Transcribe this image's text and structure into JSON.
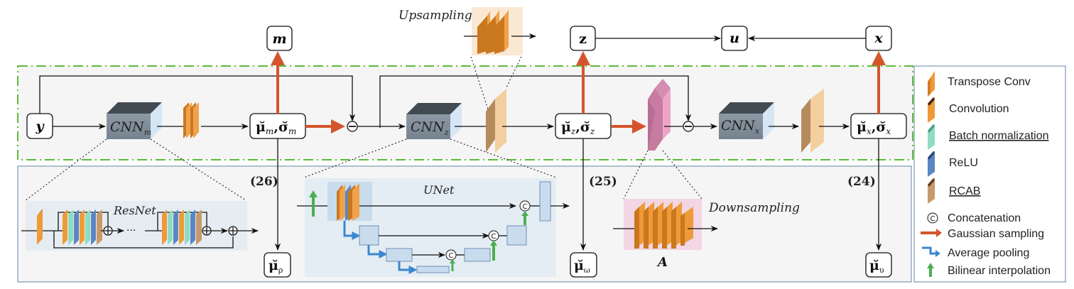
{
  "figure": {
    "top_nodes": {
      "m": "m",
      "z": "z",
      "u": "u",
      "x": "x"
    },
    "input_node": "y",
    "cnn_blocks": {
      "m": {
        "base": "CNN",
        "sub": "m"
      },
      "z": {
        "base": "CNN",
        "sub": "z"
      },
      "x": {
        "base": "CNN",
        "sub": "x"
      }
    },
    "param_nodes": {
      "m": {
        "mu": "μ̆",
        "sigma": "σ̆",
        "sub": "m"
      },
      "z": {
        "mu": "μ̆",
        "sigma": "σ̆",
        "sub": "z"
      },
      "x": {
        "mu": "μ̆",
        "sigma": "σ̆",
        "sub": "x"
      }
    },
    "output_nodes": {
      "rho": {
        "mu": "μ̆",
        "sub": "ρ"
      },
      "omega": {
        "mu": "μ̆",
        "sub": "ω"
      },
      "upsilon": {
        "mu": "μ̆",
        "sub": "υ"
      }
    },
    "minus_symbol": "⊖",
    "plus_symbol": "⊕",
    "concat_symbol": "Ⓒ",
    "equation_refs": [
      "(26)",
      "(25)",
      "(24)"
    ],
    "labels": {
      "upsampling": "Upsampling",
      "downsampling": "Downsampling",
      "resnet": "ResNet",
      "unet": "UNet",
      "matrix_a": "A",
      "ellipsis": "···"
    },
    "colors": {
      "gaussian_arrow": "#d4552b",
      "pool_arrow": "#3a86d1",
      "interp_arrow": "#4caf50",
      "dashed_frame": "#5dbb3a",
      "lower_frame": "#7f96b8",
      "conv_orange": "#ef9a37",
      "rcab_tan": "#c89a6a",
      "bn_green": "#8fdcc0",
      "relu_blue": "#5b86c4",
      "pink_block": "#e08fb8",
      "cnn_gray": "#7f8d9a"
    }
  },
  "legend": {
    "items": [
      {
        "icon": "transpose-conv-icon",
        "label": "Transpose Conv",
        "underline": false
      },
      {
        "icon": "convolution-icon",
        "label": "Convolution",
        "underline": false
      },
      {
        "icon": "batch-norm-icon",
        "label": "Batch normalization",
        "underline": true
      },
      {
        "icon": "relu-icon",
        "label": "ReLU",
        "underline": false
      },
      {
        "icon": "rcab-icon",
        "label": "RCAB",
        "underline": true
      },
      {
        "icon": "concatenation-icon",
        "label": "Concatenation",
        "underline": false
      },
      {
        "icon": "gaussian-sampling-icon",
        "label": "Gaussian sampling",
        "underline": false
      },
      {
        "icon": "average-pooling-icon",
        "label": "Average pooling",
        "underline": false
      },
      {
        "icon": "bilinear-interpolation-icon",
        "label": "Bilinear interpolation",
        "underline": false
      }
    ]
  }
}
